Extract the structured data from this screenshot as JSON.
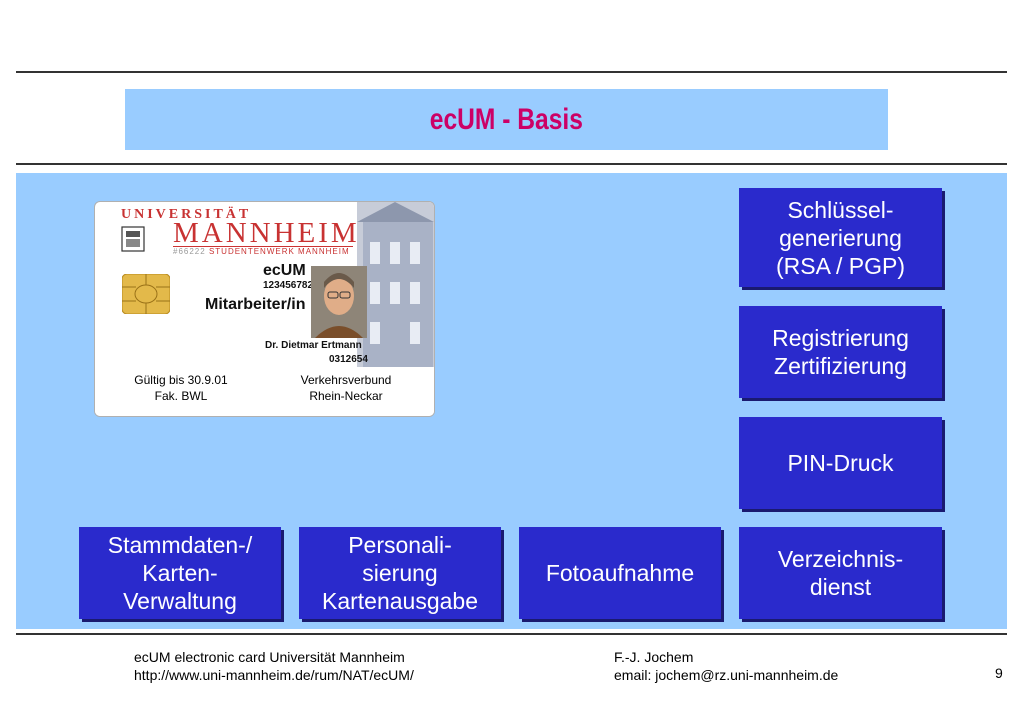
{
  "title": "ecUM - Basis",
  "card": {
    "university_top": "UNIVERSITÄT",
    "university_name": "MANNHEIM",
    "studentenwerk": "STUDENTENWERK MANNHEIM",
    "studentenwerk_code": "#66222",
    "brand": "ecUM",
    "card_number": "1234567822",
    "role": "Mitarbeiter/in",
    "holder_name": "Dr. Dietmar Ertmann",
    "holder_id": "0312654",
    "validity_line1": "Gültig bis 30.9.01",
    "validity_line2": "Fak. BWL",
    "transit_line1": "Verkehrsverbund",
    "transit_line2": "Rhein-Neckar"
  },
  "boxes": {
    "keygen": "Schlüssel-\ngenerierung\n(RSA / PGP)",
    "registration": "Registrierung\nZertifizierung",
    "pin": "PIN-Druck",
    "masterdata": "Stammdaten-/\nKarten-\nVerwaltung",
    "personalization": "Personali-\nsierung\nKartenausgabe",
    "photo": "Fotoaufnahme",
    "directory": "Verzeichnis-\ndienst"
  },
  "footer": {
    "line1": "ecUM electronic card Universität Mannheim",
    "line2": "http://www.uni-mannheim.de/rum/NAT/ecUM/",
    "author": "F.-J. Jochem",
    "email": "email: jochem@rz.uni-mannheim.de",
    "page": "9"
  }
}
